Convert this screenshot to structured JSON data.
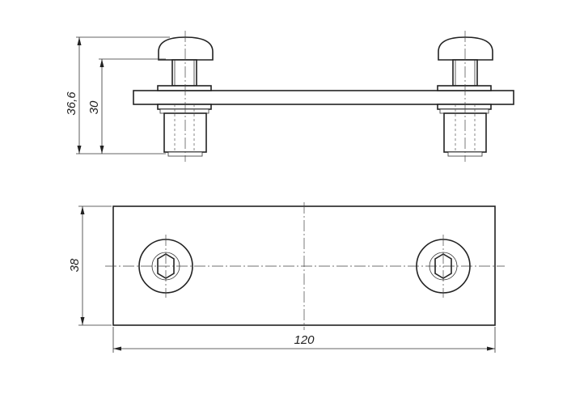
{
  "drawing": {
    "dimensions": {
      "total_height_side": "36,6",
      "height_to_plate_side": "30",
      "plate_width_top": "38",
      "plate_length_top": "120"
    },
    "line_color": "#222222",
    "background": "#ffffff"
  }
}
